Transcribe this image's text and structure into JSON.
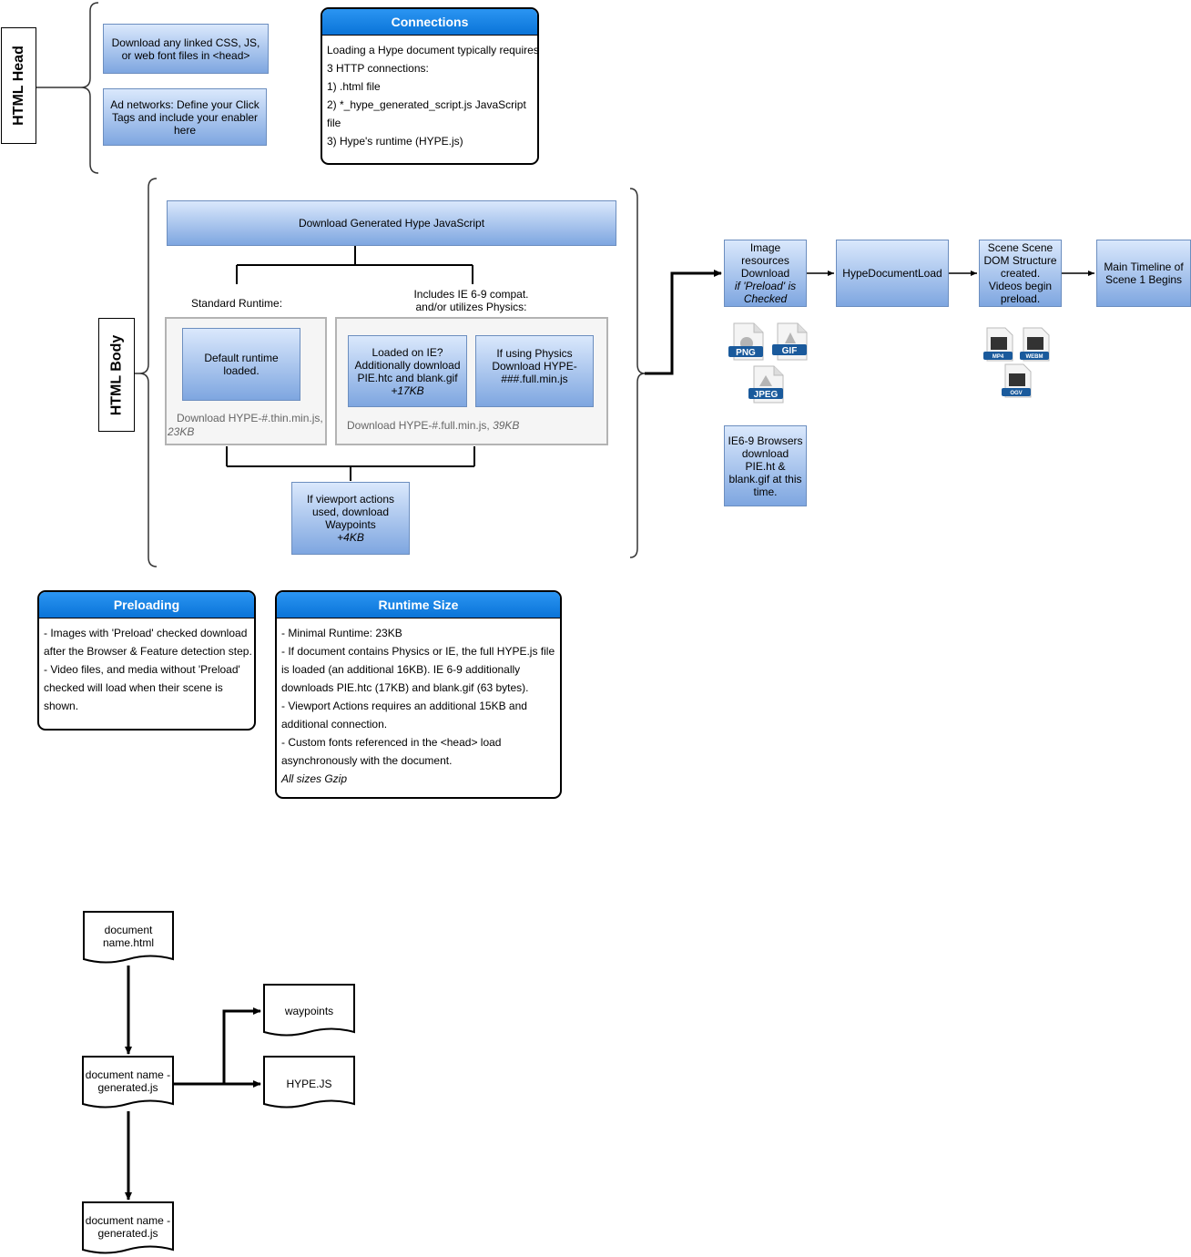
{
  "head_section": {
    "label": "HTML Head",
    "css_box": "Download any linked CSS, JS, or web font files in <head>",
    "ad_box": "Ad networks: Define your Click Tags and include your enabler here"
  },
  "connections": {
    "title": "Connections",
    "lines": [
      "Loading a Hype document typically requires",
      "3 HTTP connections:",
      "1) .html file",
      "2) *_hype_generated_script.js JavaScript",
      "file",
      "3) Hype's runtime (HYPE.js)"
    ]
  },
  "body_section": {
    "label": "HTML Body",
    "generated_js": "Download Generated Hype JavaScript",
    "standard_runtime_label": "Standard Runtime:",
    "ie_label_1": "Includes IE 6-9 compat.",
    "ie_label_2": "and/or utilizes Physics:",
    "default_runtime": "Default runtime loaded.",
    "thin_note": "Download HYPE-#.thin.min.js,",
    "thin_size": "23KB",
    "ie_box_lines": [
      "Loaded on IE?",
      "Additionally download",
      "PIE.htc and blank.gif"
    ],
    "ie_box_size": "+17KB",
    "physics_box_lines": [
      "If using Physics",
      "Download HYPE-",
      "###.full.min.js"
    ],
    "full_note": "Download HYPE-#.full.min.js,",
    "full_size": "39KB",
    "waypoints_lines": [
      "If viewport actions",
      "used, download",
      "Waypoints"
    ],
    "waypoints_size": "+4KB"
  },
  "flow": {
    "image_lines": [
      "Image",
      "resources",
      "Download"
    ],
    "image_italic": "if 'Preload' is Checked",
    "document_load": "HypeDocumentLoad",
    "scene_dom": "Scene Scene DOM Structure created. Videos begin preload.",
    "main_timeline": "Main Timeline of Scene 1 Begins",
    "ie_browsers": "IE6-9 Browsers download PIE.ht & blank.gif at this time.",
    "image_icons": [
      "PNG",
      "GIF",
      "JPEG"
    ],
    "video_icons": [
      "MP4",
      "WEBM",
      "OGV"
    ]
  },
  "preloading": {
    "title": "Preloading",
    "lines": [
      "- Images with 'Preload' checked download",
      "after the Browser & Feature detection step.",
      "- Video files, and media without 'Preload'",
      "checked will load when their scene is",
      "shown."
    ]
  },
  "runtime_size": {
    "title": "Runtime Size",
    "lines": [
      "- Minimal Runtime: 23KB",
      "- If document contains Physics or IE, the full HYPE.js file",
      "is loaded (an additional 16KB). IE 6-9 additionally",
      "downloads PIE.htc (17KB) and blank.gif (63 bytes).",
      "- Viewport Actions requires an additional 15KB and",
      "additional connection.",
      "- Custom fonts referenced in the <head> load",
      "asynchronously with the document."
    ],
    "note": "All sizes Gzip"
  },
  "doc_flow": {
    "doc_html": "document name.html",
    "waypoints": "waypoints",
    "generated_1": "document name - generated.js",
    "hype_js": "HYPE.JS",
    "generated_2": "document name - generated.js"
  },
  "colors": {
    "box_top": "#dae8fc",
    "box_bottom": "#7ea6e0",
    "box_border": "#6c8ebf",
    "panel_header": "#1e88e5",
    "file_icon_label": "#1a5a9c"
  }
}
